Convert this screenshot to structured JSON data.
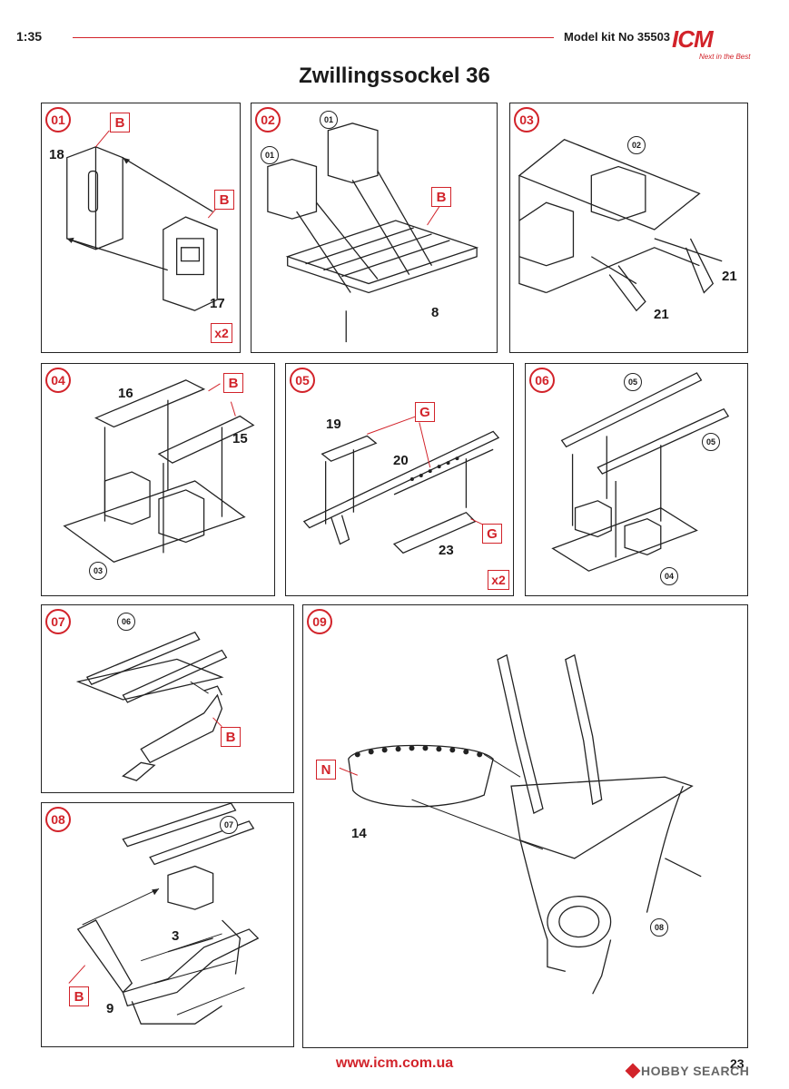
{
  "header": {
    "scale": "1:35",
    "kit": "Model kit No 35503",
    "logo": "ICM",
    "logo_tagline": "Next in the Best",
    "brand_color": "#d2232a"
  },
  "title": "Zwillingssockel 36",
  "steps": [
    {
      "no": "01",
      "refs": [],
      "parts": [
        "18",
        "17"
      ],
      "sprues": [
        "B",
        "B"
      ],
      "multiplier": "x2"
    },
    {
      "no": "02",
      "refs": [
        "01",
        "01"
      ],
      "parts": [
        "8"
      ],
      "sprues": [
        "B"
      ]
    },
    {
      "no": "03",
      "refs": [
        "02"
      ],
      "parts": [
        "21",
        "21"
      ],
      "sprues": []
    },
    {
      "no": "04",
      "refs": [
        "03"
      ],
      "parts": [
        "16",
        "15"
      ],
      "sprues": [
        "B"
      ]
    },
    {
      "no": "05",
      "refs": [],
      "parts": [
        "19",
        "20",
        "23"
      ],
      "sprues": [
        "G",
        "G"
      ],
      "multiplier": "x2"
    },
    {
      "no": "06",
      "refs": [
        "05",
        "05",
        "04"
      ],
      "parts": [],
      "sprues": []
    },
    {
      "no": "07",
      "refs": [
        "06"
      ],
      "parts": [],
      "sprues": [
        "B"
      ]
    },
    {
      "no": "08",
      "refs": [
        "07"
      ],
      "parts": [
        "3",
        "9"
      ],
      "sprues": [
        "B"
      ]
    },
    {
      "no": "09",
      "refs": [
        "08"
      ],
      "parts": [
        "14"
      ],
      "sprues": [
        "N"
      ]
    }
  ],
  "footer": {
    "url": "www.icm.com.ua",
    "page": "23",
    "watermark": "HOBBY SEARCH"
  }
}
